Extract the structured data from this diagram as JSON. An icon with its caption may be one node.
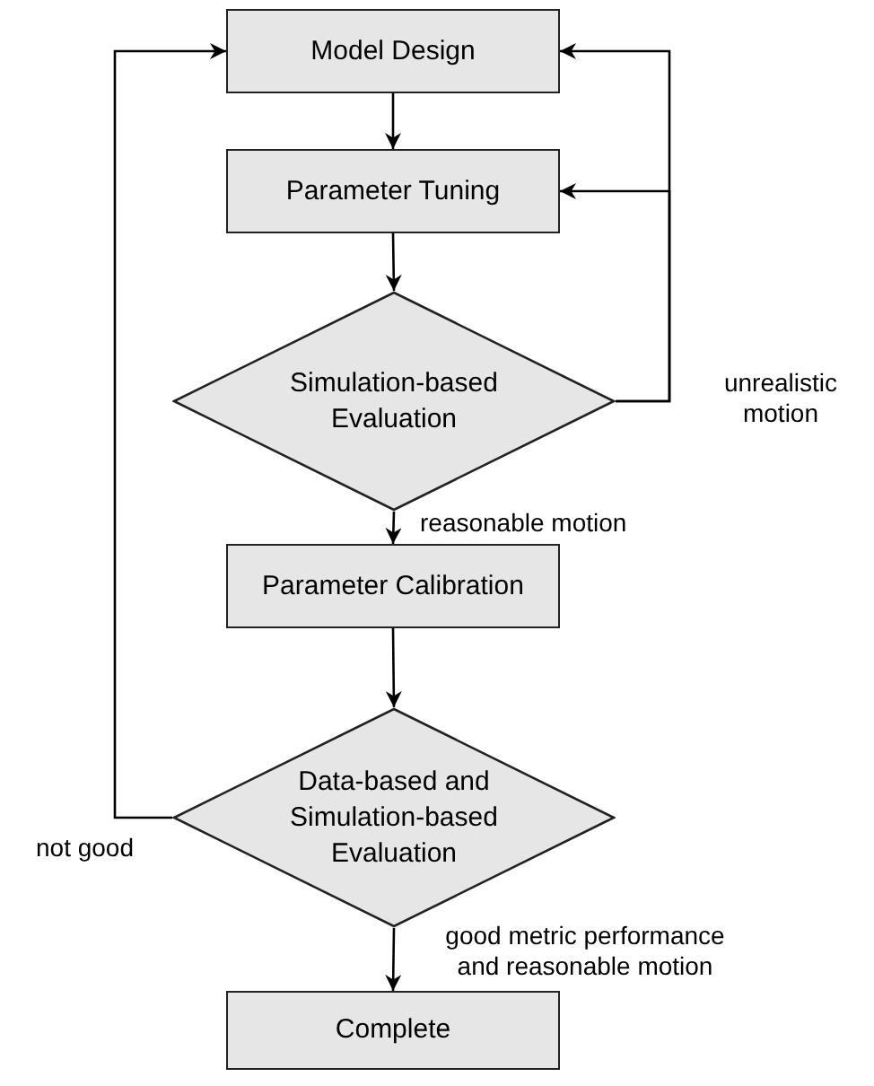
{
  "diagram": {
    "nodes": [
      {
        "text": [
          "Model Design"
        ]
      },
      {
        "text": [
          "Parameter Tuning"
        ]
      },
      {
        "text": [
          "Simulation-based Evaluation"
        ]
      },
      {
        "text": [
          "Parameter Calibration"
        ]
      },
      {
        "text": [
          "Data-based and Simulation-based Evaluation"
        ]
      },
      {
        "text": [
          "Complete"
        ]
      }
    ],
    "edges": [
      {
        "from": 0,
        "to": 1,
        "arrow": "to"
      },
      {
        "from": 1,
        "to": 2,
        "arrow": "to"
      },
      {
        "from": 2,
        "to": 3,
        "arrow": "to",
        "label": "reasonable motion"
      },
      {
        "from": 3,
        "to": 4,
        "arrow": "to"
      },
      {
        "from": 4,
        "to": 5,
        "arrow": "to",
        "label": "good metric performance and reasonable motion"
      },
      {
        "from": 2,
        "to": 0,
        "arrow": "to",
        "label": "unrealistic motion"
      },
      {
        "from": 2,
        "to": 1,
        "arrow": "to"
      },
      {
        "from": 4,
        "to": 0,
        "arrow": "to",
        "label": "not good"
      }
    ]
  }
}
